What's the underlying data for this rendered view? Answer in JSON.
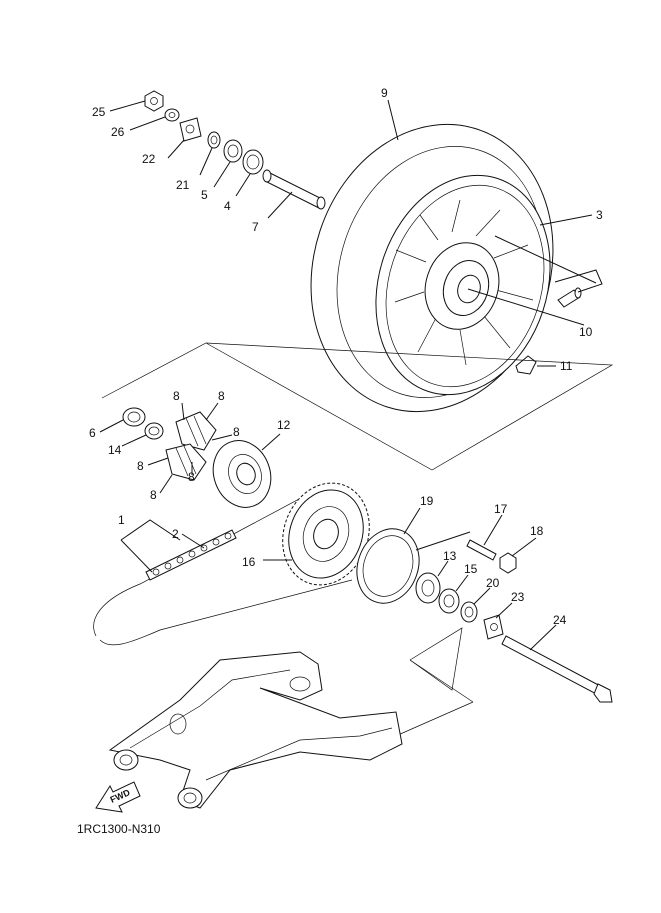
{
  "diagram": {
    "code": "1RC1300-N310",
    "fwd_label": "FWD",
    "callouts": [
      {
        "id": "25",
        "text": "25"
      },
      {
        "id": "26",
        "text": "26"
      },
      {
        "id": "22",
        "text": "22"
      },
      {
        "id": "21",
        "text": "21"
      },
      {
        "id": "5",
        "text": "5"
      },
      {
        "id": "4",
        "text": "4"
      },
      {
        "id": "7",
        "text": "7"
      },
      {
        "id": "9",
        "text": "9"
      },
      {
        "id": "3",
        "text": "3"
      },
      {
        "id": "10",
        "text": "10"
      },
      {
        "id": "11",
        "text": "11"
      },
      {
        "id": "6",
        "text": "6"
      },
      {
        "id": "14",
        "text": "14"
      },
      {
        "id": "8a",
        "text": "8"
      },
      {
        "id": "8b",
        "text": "8"
      },
      {
        "id": "8c",
        "text": "8"
      },
      {
        "id": "8d",
        "text": "8"
      },
      {
        "id": "8e",
        "text": "8"
      },
      {
        "id": "8f",
        "text": "8"
      },
      {
        "id": "12",
        "text": "12"
      },
      {
        "id": "1",
        "text": "1"
      },
      {
        "id": "2",
        "text": "2"
      },
      {
        "id": "16",
        "text": "16"
      },
      {
        "id": "19",
        "text": "19"
      },
      {
        "id": "17",
        "text": "17"
      },
      {
        "id": "18",
        "text": "18"
      },
      {
        "id": "13",
        "text": "13"
      },
      {
        "id": "15",
        "text": "15"
      },
      {
        "id": "20",
        "text": "20"
      },
      {
        "id": "23",
        "text": "23"
      },
      {
        "id": "24",
        "text": "24"
      }
    ]
  }
}
